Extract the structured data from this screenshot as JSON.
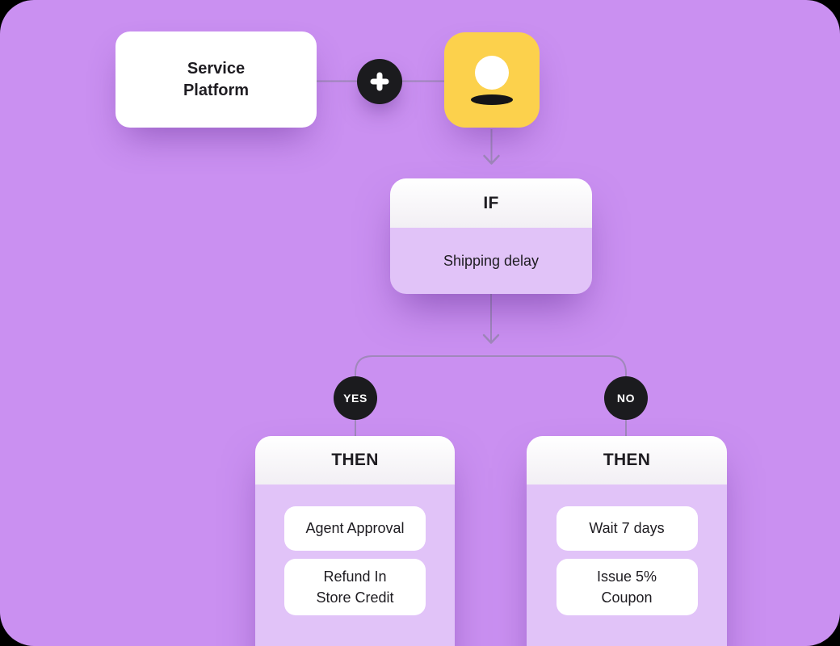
{
  "canvas": {
    "background": "#ca90f1",
    "outer_background": "#000000"
  },
  "palette": {
    "panel_purple": "#e1c3f8",
    "chip_white": "#ffffff",
    "node_yellow": "#fcd14c",
    "badge_black": "#1b1b1e",
    "connector_line": "#a088bb",
    "text": "#1e1c21"
  },
  "flow": {
    "service_node": {
      "label": "Service\nPlatform"
    },
    "add_button": {
      "icon": "plus-icon"
    },
    "user_node": {
      "icon": "user-icon",
      "color": "#fcd14c"
    },
    "if_card": {
      "header": "IF",
      "condition": "Shipping delay"
    },
    "branches": {
      "yes_label": "YES",
      "no_label": "NO"
    },
    "then_yes": {
      "header": "THEN",
      "actions": [
        "Agent Approval",
        "Refund In\nStore Credit"
      ]
    },
    "then_no": {
      "header": "THEN",
      "actions": [
        "Wait 7 days",
        "Issue 5%\nCoupon"
      ]
    }
  }
}
